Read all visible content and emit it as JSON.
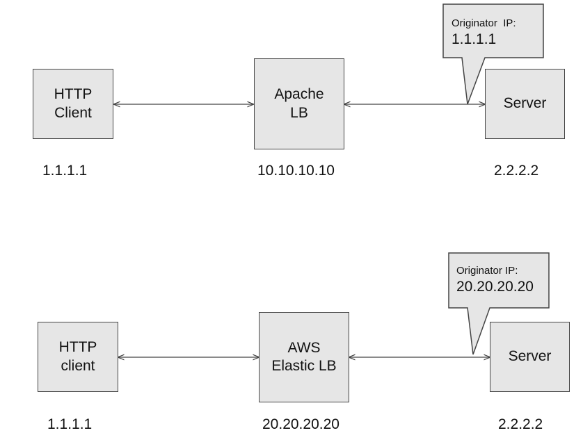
{
  "diagram_top": {
    "client": {
      "line1": "HTTP",
      "line2": "Client",
      "ip": "1.1.1.1"
    },
    "lb": {
      "line1": "Apache",
      "line2": "LB",
      "ip": "10.10.10.10"
    },
    "server": {
      "label": "Server",
      "ip": "2.2.2.2"
    },
    "callout": {
      "label": "Originator  IP:",
      "value": "1.1.1.1"
    }
  },
  "diagram_bottom": {
    "client": {
      "line1": "HTTP",
      "line2": "client",
      "ip": "1.1.1.1"
    },
    "lb": {
      "line1": "AWS",
      "line2": "Elastic LB",
      "ip": "20.20.20.20"
    },
    "server": {
      "label": "Server",
      "ip": "2.2.2.2"
    },
    "callout": {
      "label": "Originator IP:",
      "value": "20.20.20.20"
    }
  },
  "colors": {
    "box_fill": "#e6e6e6",
    "stroke": "#444444"
  }
}
